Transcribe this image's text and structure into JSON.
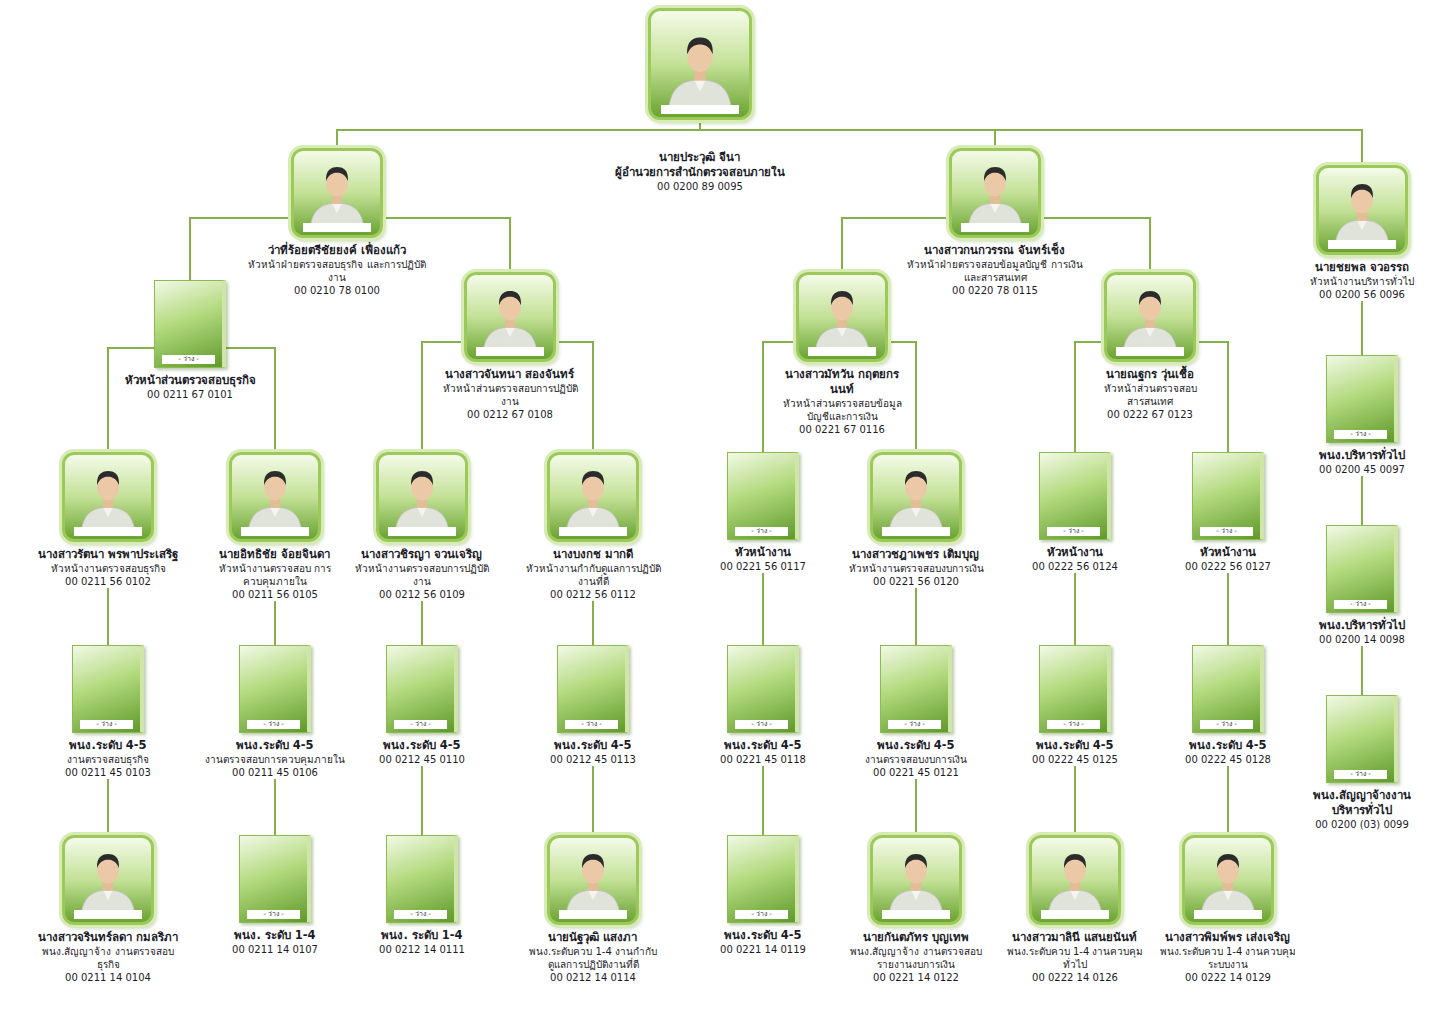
{
  "diagram": {
    "nodes": [
      {
        "text": [
          "นายประวุฒิ จีนา",
          "ผู้อำนวยการสำนักตรวจสอบภายใน",
          "00 0200 89 0095"
        ]
      },
      {
        "text": [
          "ว่าที่ร้อยตรีชัยยงค์ เฟื่องแก้ว",
          "หัวหน้าฝ่ายตรวจสอบธุรกิจ และการปฏิบัติงาน",
          "00 0210 78 0100"
        ]
      },
      {
        "text": [
          "นางสาวกนกวรรณ จันทร์เช็ง",
          "หัวหน้าฝ่ายตรวจสอบข้อมูลบัญชี การเงินและสารสนเทศ",
          "00 0220 78 0115"
        ]
      },
      {
        "text": [
          "นายชยพล จวอรรถ",
          "หัวหน้างานบริหารทั่วไป",
          "00 0200 56 0096"
        ]
      },
      {
        "text": [
          "- ว่าง -",
          "หัวหน้าส่วนตรวจสอบธุรกิจ",
          "00 0211 67 0101"
        ]
      },
      {
        "text": [
          "นางสาวจันทนา สองจันทร์",
          "หัวหน้าส่วนตรวจสอบการปฏิบัติงาน",
          "00 0212 67 0108"
        ]
      },
      {
        "text": [
          "นางสาวมัทวัน กฤตยกรนนท์",
          "หัวหน้าส่วนตรวจสอบข้อมูลบัญชีและการเงิน",
          "00 0221 67 0116"
        ]
      },
      {
        "text": [
          "นายณฐกร วุ่นเชื้อ",
          "หัวหน้าส่วนตรวจสอบสารสนเทศ",
          "00 0222 67 0123"
        ]
      },
      {
        "text": [
          "- ว่าง -",
          "พนง.บริหารทั่วไป",
          "00 0200 45 0097"
        ]
      },
      {
        "text": [
          "- ว่าง -",
          "พนง.บริหารทั่วไป",
          "00 0200 14 0098"
        ]
      },
      {
        "text": [
          "- ว่าง -",
          "พนง.สัญญาจ้างงานบริหารทั่วไป",
          "00 0200 (03) 0099"
        ]
      },
      {
        "text": [
          "นางสาวรัตนา พรพาประเสริฐ",
          "หัวหน้างานตรวจสอบธุรกิจ",
          "00 0211 56 0102"
        ]
      },
      {
        "text": [
          "นายอิทธิชัย จ้อยจินดา",
          "หัวหน้างานตรวจสอบ การควบคุมภายใน",
          "00 0211 56 0105"
        ]
      },
      {
        "text": [
          "นางสาวชิรญา จวนเจริญ",
          "หัวหน้างานตรวจสอบการปฏิบัติงาน",
          "00 0212 56 0109"
        ]
      },
      {
        "text": [
          "นางบงกช มากดี",
          "หัวหน้างานกำกับดูแลการปฏิบัติงานที่ดี",
          "00 0212 56 0112"
        ]
      },
      {
        "text": [
          "- ว่าง -",
          "หัวหน้างาน",
          "00 0221 56 0117"
        ]
      },
      {
        "text": [
          "นางสาวชฎาเพชร เติมบุญ",
          "หัวหน้างานตรวจสอบงบการเงิน",
          "00 0221 56 0120"
        ]
      },
      {
        "text": [
          "- ว่าง -",
          "หัวหน้างาน",
          "00 0222 56 0124"
        ]
      },
      {
        "text": [
          "- ว่าง -",
          "หัวหน้างาน",
          "00 0222 56 0127"
        ]
      },
      {
        "text": [
          "- ว่าง -",
          "พนง.ระดับ 4-5",
          "งานตรวจสอบธุรกิจ",
          "00 0211 45 0103"
        ]
      },
      {
        "text": [
          "- ว่าง -",
          "พนง.ระดับ 4-5",
          "งานตรวจสอบการควบคุมภายใน",
          "00 0211 45 0106"
        ]
      },
      {
        "text": [
          "- ว่าง -",
          "พนง.ระดับ 4-5",
          "00 0212 45 0110"
        ]
      },
      {
        "text": [
          "- ว่าง -",
          "พนง.ระดับ 4-5",
          "00 0212 45 0113"
        ]
      },
      {
        "text": [
          "- ว่าง -",
          "พนง.ระดับ 4-5",
          "00 0221 45 0118"
        ]
      },
      {
        "text": [
          "- ว่าง -",
          "พนง.ระดับ 4-5",
          "งานตรวจสอบงบการเงิน",
          "00 0221 45 0121"
        ]
      },
      {
        "text": [
          "- ว่าง -",
          "พนง.ระดับ 4-5",
          "00 0222 45 0125"
        ]
      },
      {
        "text": [
          "- ว่าง -",
          "พนง.ระดับ 4-5",
          "00 0222 45 0128"
        ]
      },
      {
        "text": [
          "นางสาวจรินทร์ลดา กมลริภา",
          "พนง.สัญญาจ้าง งานตรวจสอบธุรกิจ",
          "00 0211 14 0104"
        ]
      },
      {
        "text": [
          "- ว่าง -",
          "พนง. ระดับ 1-4",
          "00 0211 14 0107"
        ]
      },
      {
        "text": [
          "- ว่าง -",
          "พนง. ระดับ 1-4",
          "00 0212 14 0111"
        ]
      },
      {
        "text": [
          "นายนัฐวุฒิ แสงภา",
          "พนง.ระดับควบ 1-4 งานกำกับดูแลการปฏิบัติงานที่ดี",
          "00 0212 14 0114"
        ]
      },
      {
        "text": [
          "- ว่าง -",
          "พนง.ระดับ 4-5",
          "00 0221 14 0119"
        ]
      },
      {
        "text": [
          "นายกันตภัทร บุญเทพ",
          "พนง.สัญญาจ้าง งานตรวจสอบรายงานงบการเงิน",
          "00 0221 14 0122"
        ]
      },
      {
        "text": [
          "นางสาวมาลินี แสนยนันท์",
          "พนง.ระดับควบ 1-4 งานควบคุมทั่วไป",
          "00 0222 14 0126"
        ]
      },
      {
        "text": [
          "นางสาวพิมพ์พร เส่งเจริญ",
          "พนง.ระดับควบ 1-4 งานควบคุมระบบงาน",
          "00 0222 14 0129"
        ]
      }
    ],
    "edges": [
      {
        "from": 0,
        "to": 1,
        "arrow": "none"
      },
      {
        "from": 0,
        "to": 2,
        "arrow": "none"
      },
      {
        "from": 0,
        "to": 3,
        "arrow": "none"
      },
      {
        "from": 1,
        "to": 4,
        "arrow": "none"
      },
      {
        "from": 1,
        "to": 5,
        "arrow": "none"
      },
      {
        "from": 2,
        "to": 6,
        "arrow": "none"
      },
      {
        "from": 2,
        "to": 7,
        "arrow": "none"
      },
      {
        "from": 3,
        "to": 8,
        "arrow": "none"
      },
      {
        "from": 8,
        "to": 9,
        "arrow": "none"
      },
      {
        "from": 9,
        "to": 10,
        "arrow": "none"
      },
      {
        "from": 4,
        "to": 11,
        "arrow": "none"
      },
      {
        "from": 4,
        "to": 12,
        "arrow": "none"
      },
      {
        "from": 5,
        "to": 13,
        "arrow": "none"
      },
      {
        "from": 5,
        "to": 14,
        "arrow": "none"
      },
      {
        "from": 6,
        "to": 15,
        "arrow": "none"
      },
      {
        "from": 6,
        "to": 16,
        "arrow": "none"
      },
      {
        "from": 7,
        "to": 17,
        "arrow": "none"
      },
      {
        "from": 7,
        "to": 18,
        "arrow": "none"
      },
      {
        "from": 11,
        "to": 19,
        "arrow": "none"
      },
      {
        "from": 12,
        "to": 20,
        "arrow": "none"
      },
      {
        "from": 13,
        "to": 21,
        "arrow": "none"
      },
      {
        "from": 14,
        "to": 22,
        "arrow": "none"
      },
      {
        "from": 15,
        "to": 23,
        "arrow": "none"
      },
      {
        "from": 16,
        "to": 24,
        "arrow": "none"
      },
      {
        "from": 17,
        "to": 25,
        "arrow": "none"
      },
      {
        "from": 18,
        "to": 26,
        "arrow": "none"
      },
      {
        "from": 19,
        "to": 27,
        "arrow": "none"
      },
      {
        "from": 20,
        "to": 28,
        "arrow": "none"
      },
      {
        "from": 21,
        "to": 29,
        "arrow": "none"
      },
      {
        "from": 22,
        "to": 30,
        "arrow": "none"
      },
      {
        "from": 23,
        "to": 31,
        "arrow": "none"
      },
      {
        "from": 24,
        "to": 32,
        "arrow": "none"
      },
      {
        "from": 25,
        "to": 33,
        "arrow": "none"
      },
      {
        "from": 26,
        "to": 34,
        "arrow": "none"
      }
    ]
  }
}
